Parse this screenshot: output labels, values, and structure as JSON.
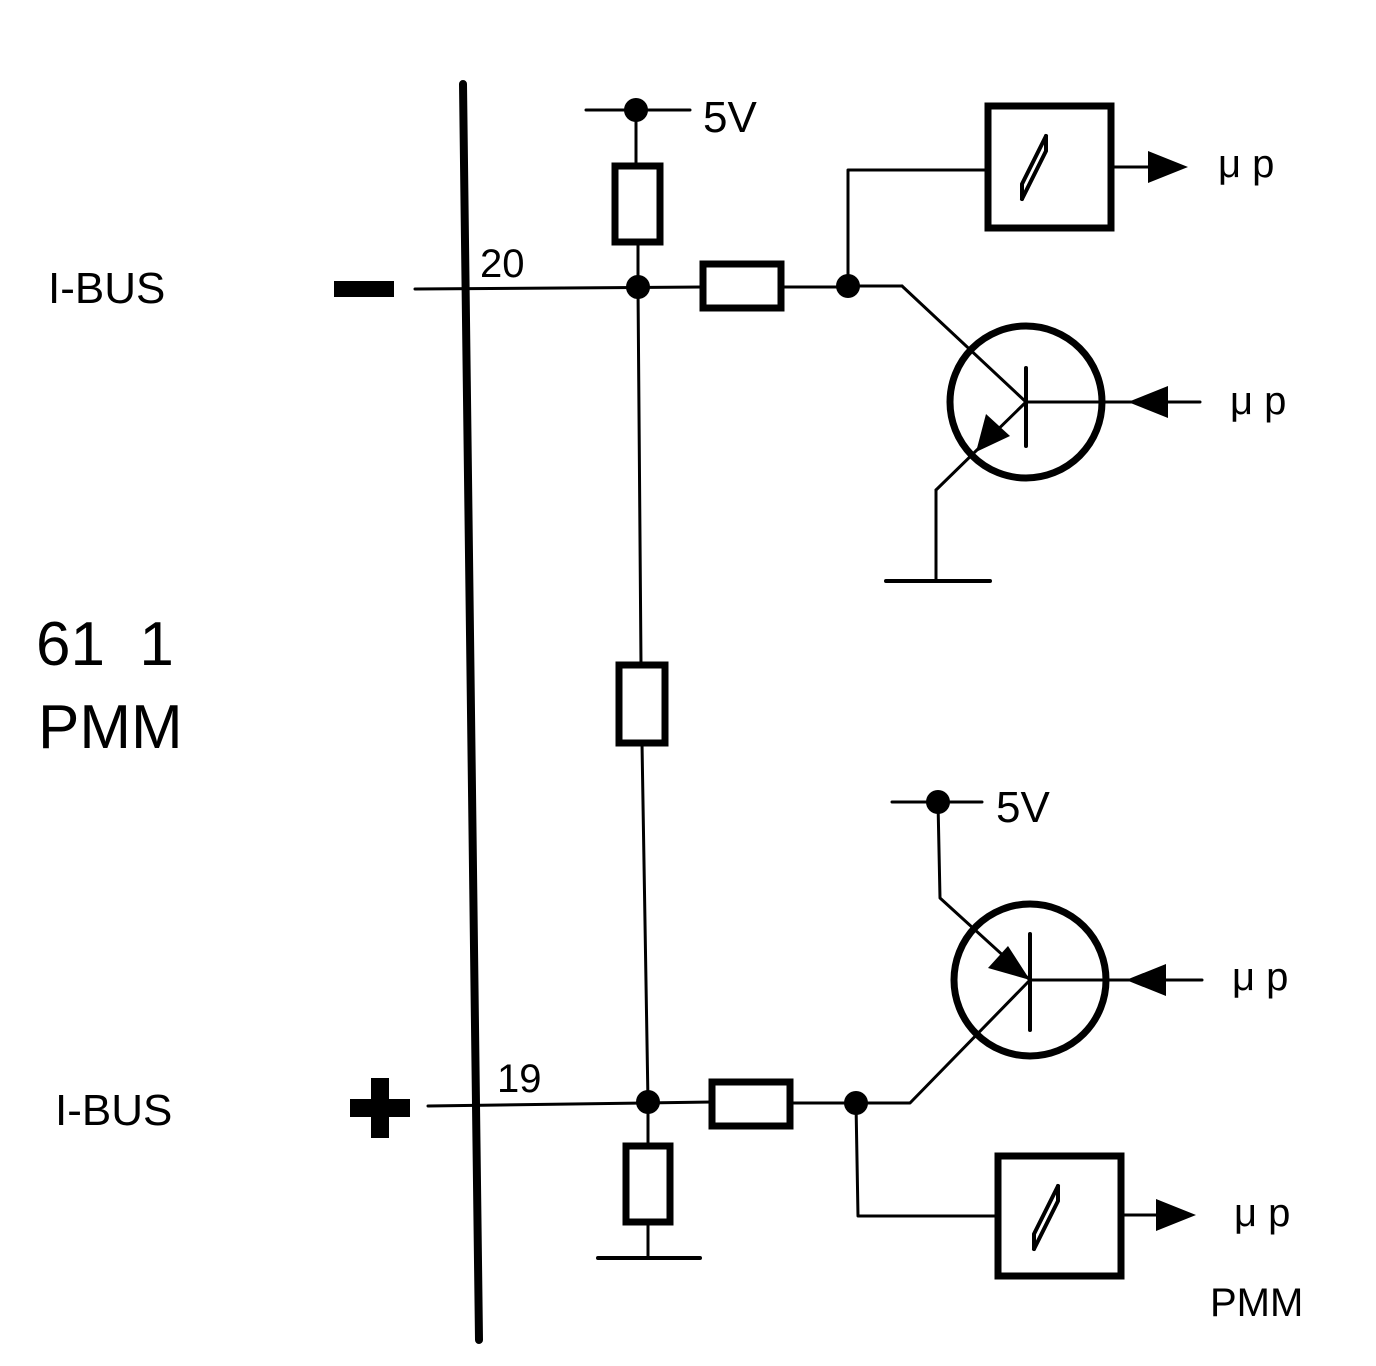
{
  "labels": {
    "bus_top": "I-BUS",
    "bus_bottom": "I-BUS",
    "module_code": "61  1",
    "module_name": "PMM",
    "pin_top": "20",
    "pin_bottom": "19",
    "supply_top": "5V",
    "supply_bottom": "5V",
    "out_top_comparator": "μ p",
    "in_top_transistor": "μ p",
    "in_bottom_transistor": "μ p",
    "out_bottom_comparator": "μ p",
    "footer": "PMM"
  },
  "colors": {
    "ink": "#000000",
    "paper": "#ffffff"
  }
}
